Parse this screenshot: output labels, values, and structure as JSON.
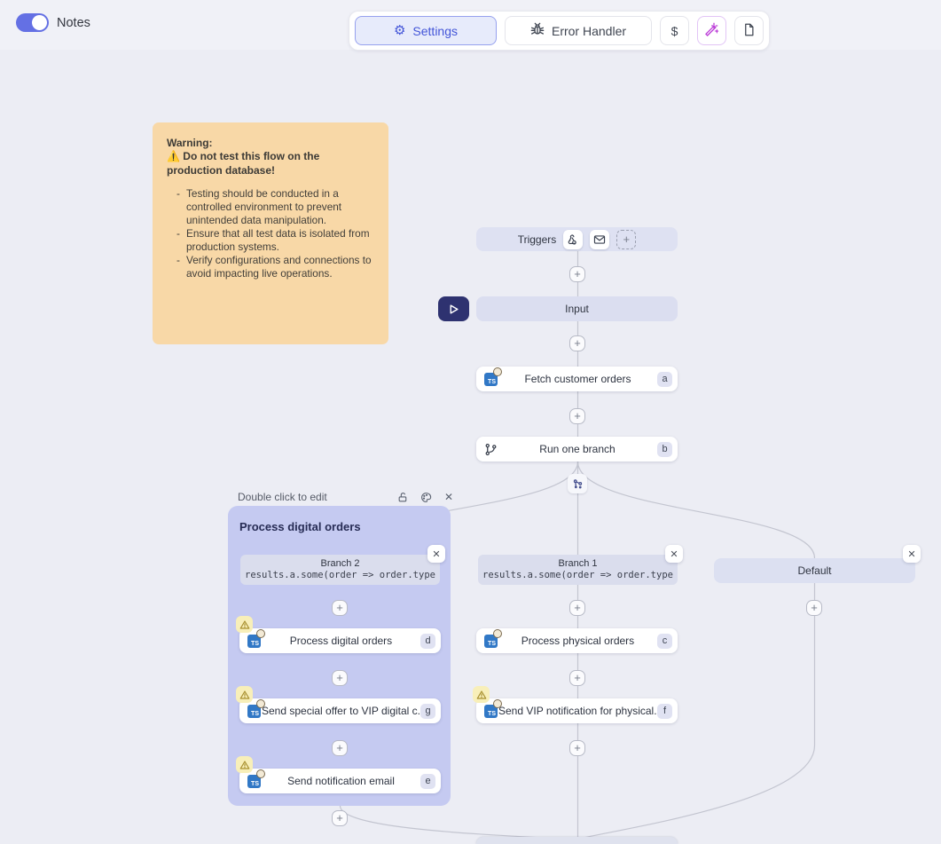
{
  "topbar": {
    "notes_label": "Notes",
    "settings_label": "Settings",
    "error_handler_label": "Error Handler",
    "dollar_label": "$"
  },
  "note": {
    "title": "Warning:",
    "alert": "⚠️ Do not test this flow on the production database!",
    "bullets": [
      "Testing should be conducted in a controlled environment to prevent unintended data manipulation.",
      "Ensure that all test data is isolated from production systems.",
      "Verify configurations and connections to avoid impacting live operations."
    ]
  },
  "flow": {
    "triggers_label": "Triggers",
    "input_label": "Input",
    "fetch_node": {
      "label": "Fetch customer orders",
      "badge": "a"
    },
    "branch_node": {
      "label": "Run one branch",
      "badge": "b"
    },
    "group": {
      "hint": "Double click to edit",
      "title": "Process digital orders"
    },
    "branch2": {
      "name": "Branch 2",
      "condition": "results.a.some(order => order.type",
      "nodes": [
        {
          "label": "Process digital orders",
          "badge": "d"
        },
        {
          "label": "Send special offer to VIP digital c...",
          "badge": "g"
        },
        {
          "label": "Send notification email",
          "badge": "e"
        }
      ]
    },
    "branch1": {
      "name": "Branch 1",
      "condition": "results.a.some(order => order.type",
      "nodes": [
        {
          "label": "Process physical orders",
          "badge": "c"
        },
        {
          "label": "Send VIP notification for physical...",
          "badge": "f"
        }
      ]
    },
    "default_branch": {
      "name": "Default"
    }
  },
  "icons": {
    "plus": "+",
    "close": "✕",
    "gear": "⚙"
  },
  "colors": {
    "accent": "#4355d8",
    "toggle_on": "#6470e4",
    "note_bg": "#f8d8a7",
    "group_bg": "#c5caf1",
    "node_lavender": "#dbdef0",
    "warning_badge_bg": "#f8efb9",
    "wand": "#bc3fd8",
    "play_button_bg": "#2e3270",
    "ts_blue": "#3178c6"
  }
}
